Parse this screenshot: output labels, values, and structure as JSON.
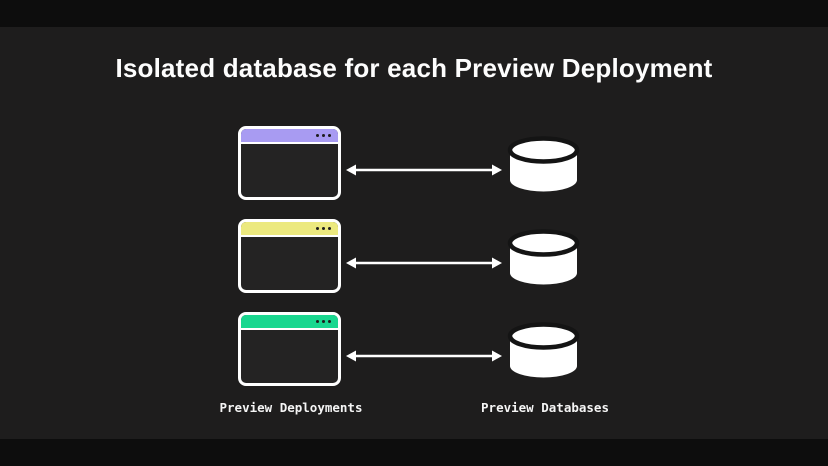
{
  "title": "Isolated database for each Preview Deployment",
  "columns": {
    "left_label": "Preview Deployments",
    "right_label": "Preview Databases"
  },
  "rows": [
    {
      "name": "preview-deployment-1",
      "titlebar_color": "#a89bf2"
    },
    {
      "name": "preview-deployment-2",
      "titlebar_color": "#ece97f"
    },
    {
      "name": "preview-deployment-3",
      "titlebar_color": "#19d78f"
    }
  ],
  "colors": {
    "background": "#1e1d1d",
    "letterbox_bar": "#0d0d0d",
    "window_border": "#ffffff",
    "window_body": "#242323",
    "titlebar_dots": "#1e1d1d",
    "arrow": "#ffffff",
    "database_fill": "#ffffff",
    "database_outline": "#141414",
    "title_text": "#fdfdfd",
    "label_text": "#f5f5f5"
  },
  "icons": {
    "window_menu": "three-dots",
    "connector": "double-headed-arrow",
    "database": "cylinder"
  }
}
